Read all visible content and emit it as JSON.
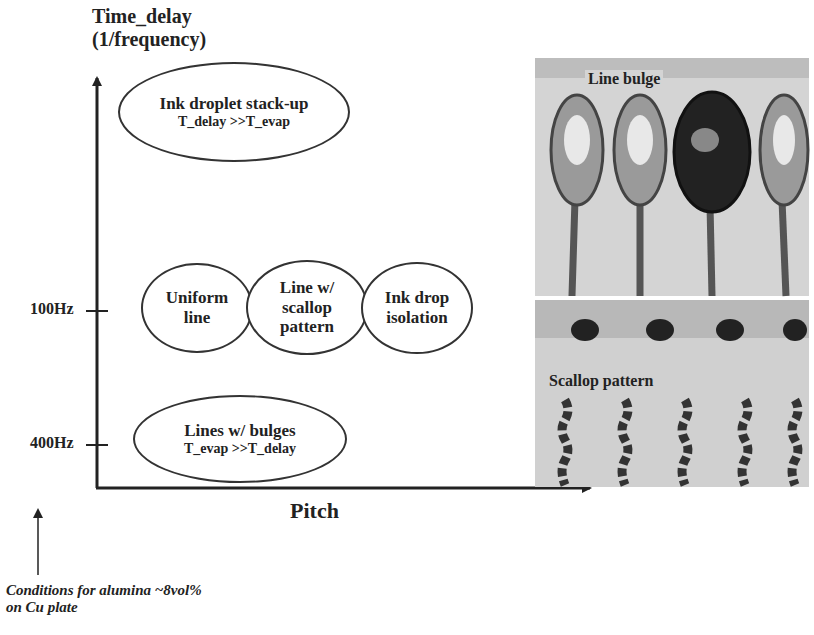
{
  "diagram": {
    "nodes": [
      {
        "text": [
          "Ink droplet stack-up",
          "T_delay >>T_evap"
        ]
      },
      {
        "text": [
          "Uniform line"
        ]
      },
      {
        "text": [
          "Line w/ scallop pattern"
        ]
      },
      {
        "text": [
          "Ink drop isolation"
        ]
      },
      {
        "text": [
          "Lines w/ bulges",
          "T_evap >>T_delay"
        ]
      }
    ],
    "labels": [
      "Time_delay (1/frequency)",
      "100Hz",
      "400Hz",
      "Pitch",
      "Conditions for alumina ~8vol% on Cu plate",
      "Line bulge",
      "Scallop pattern"
    ]
  }
}
